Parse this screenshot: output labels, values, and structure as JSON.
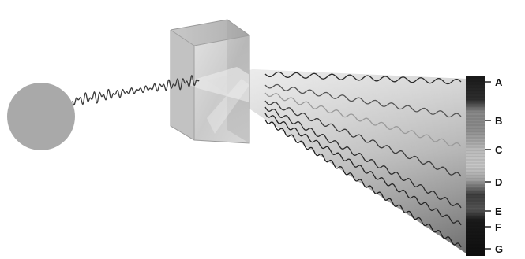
{
  "colors": {
    "background": "#ffffff",
    "light_source": "#a9a9a9",
    "prism_face": "#c9c9c9",
    "prism_edge": "#9a9a9a",
    "beam_light": "#e6e6e6",
    "beam_dark": "#7c7c7c",
    "wave": "#3a3a3a",
    "spectrum_dark": "#1b1b1b",
    "label": "#111111"
  },
  "elements": {
    "light_source": "light-source-circle",
    "incoming_wave": "white-light-wave",
    "prism": "triangular-prism",
    "dispersed_waves": "dispersed-wave-set",
    "spectrum": "spectrum-strip"
  },
  "spectrum_bands": [
    {
      "label": "A",
      "shade": "#1c1c1c"
    },
    {
      "label": "B",
      "shade": "#8a8a8a"
    },
    {
      "label": "C",
      "shade": "#c4c4c4"
    },
    {
      "label": "D",
      "shade": "#3d3d3d"
    },
    {
      "label": "E",
      "shade": "#1a1a1a"
    },
    {
      "label": "F",
      "shade": "#202020"
    },
    {
      "label": "G",
      "shade": "#101010"
    }
  ]
}
